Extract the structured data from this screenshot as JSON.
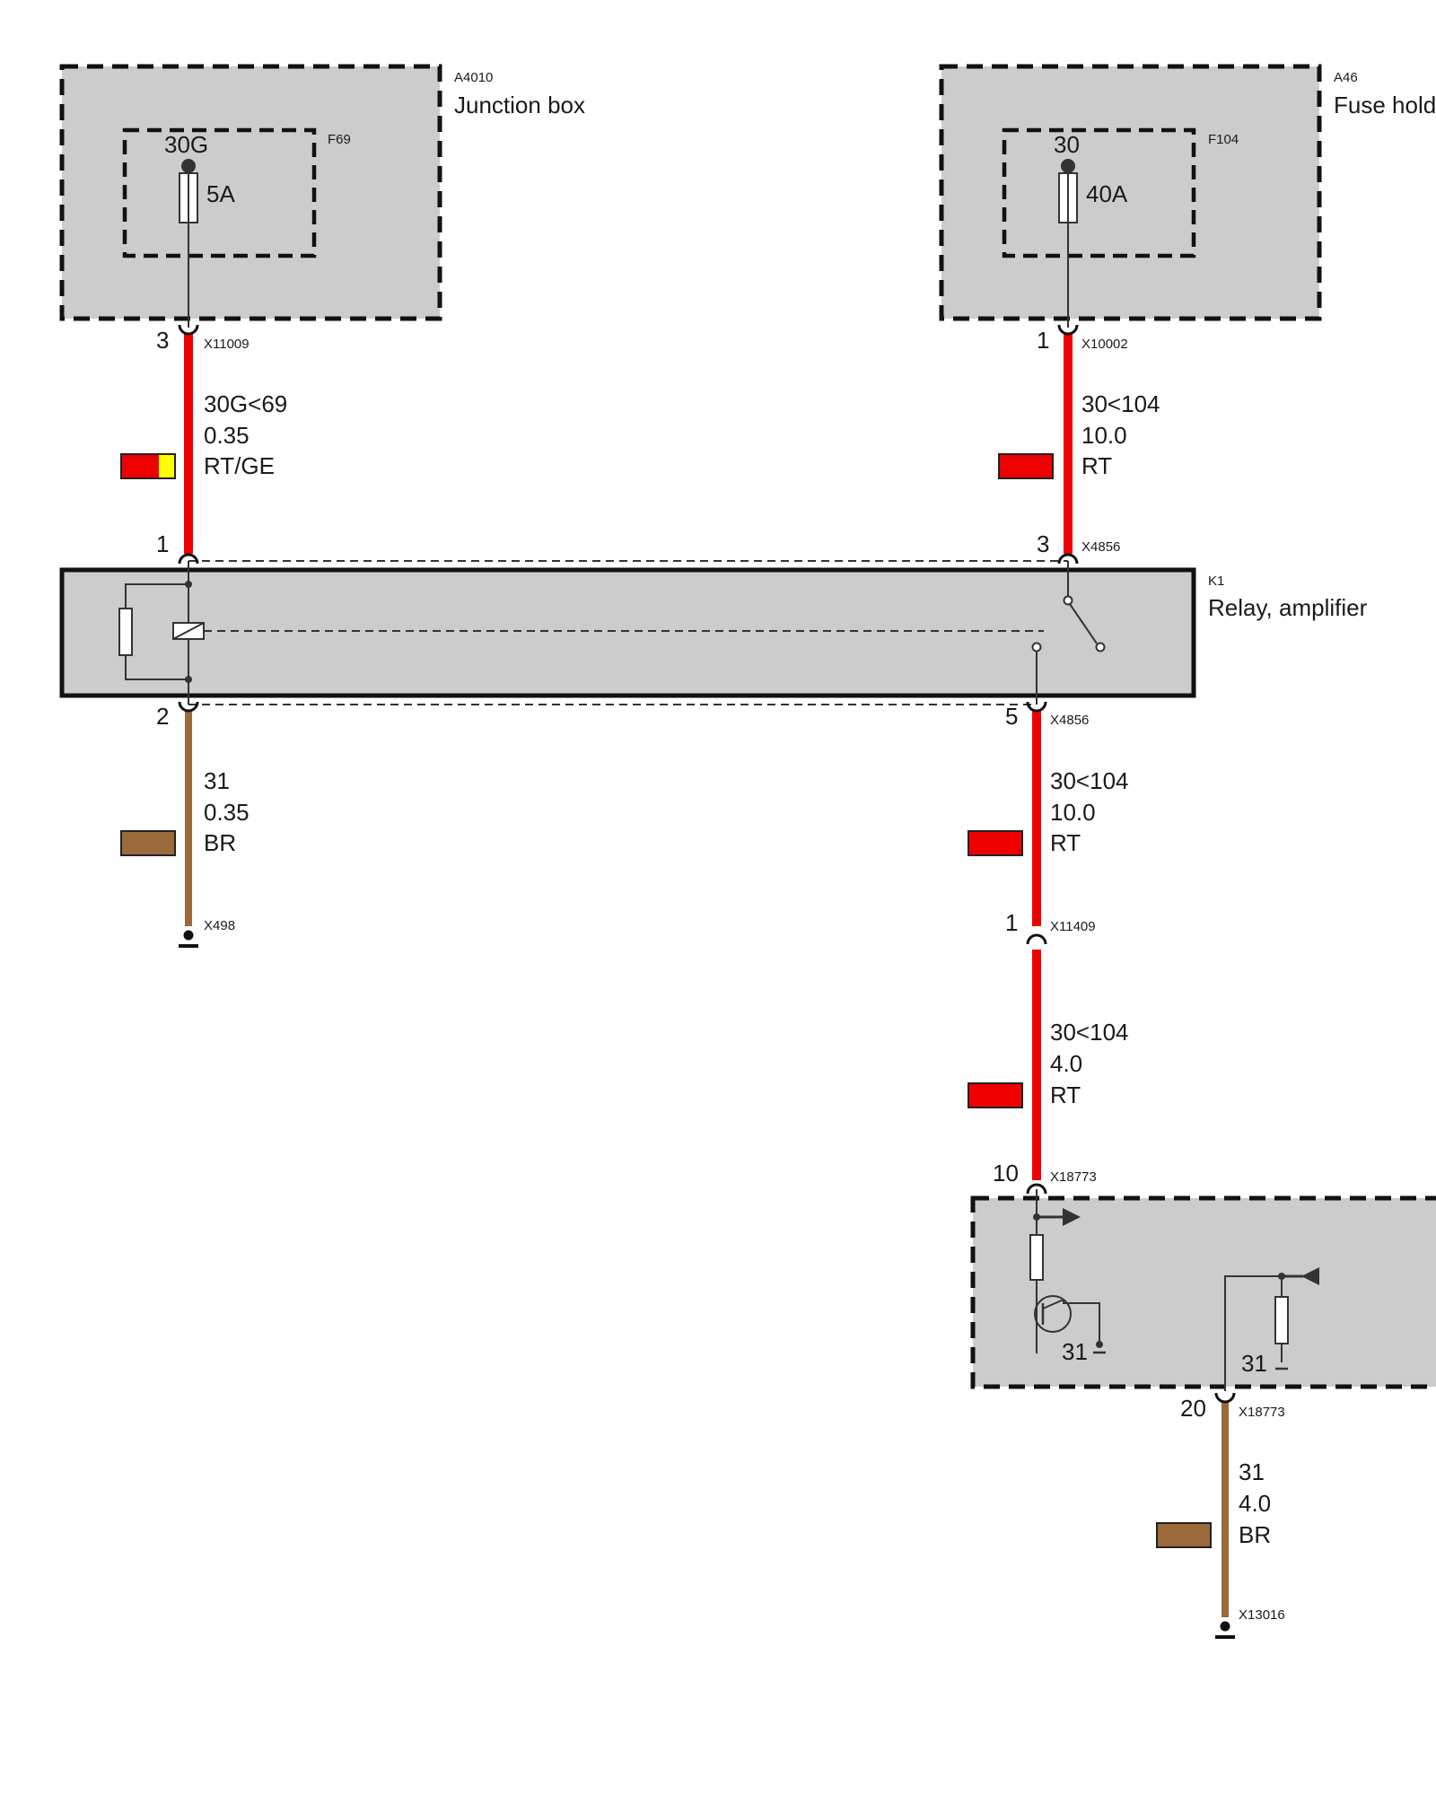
{
  "components": {
    "junction_box": {
      "id": "A4010",
      "name": "Junction box",
      "fuse_id": "F69",
      "terminal": "30G",
      "rating": "5A"
    },
    "fuse_holder": {
      "id": "A46",
      "name": "Fuse holder",
      "fuse_id": "F104",
      "terminal": "30",
      "rating": "40A"
    },
    "relay": {
      "id": "K1",
      "name": "Relay, amplifier"
    },
    "module": {
      "ground_left": "31",
      "ground_right": "31"
    }
  },
  "connectors": {
    "x11009": {
      "pin": "3",
      "id": "X11009"
    },
    "x10002": {
      "pin": "1",
      "id": "X10002"
    },
    "k1_pin1": {
      "pin": "1"
    },
    "k1_pin3": {
      "pin": "3",
      "id": "X4856"
    },
    "k1_pin2": {
      "pin": "2"
    },
    "k1_pin5": {
      "pin": "5",
      "id": "X4856"
    },
    "x11409": {
      "pin": "1",
      "id": "X11409"
    },
    "x18773_in": {
      "pin": "10",
      "id": "X18773"
    },
    "x18773_out": {
      "pin": "20",
      "id": "X18773"
    }
  },
  "grounds": {
    "x498": {
      "id": "X498"
    },
    "x13016": {
      "id": "X13016"
    }
  },
  "wires": {
    "w1": {
      "signal": "30G<69",
      "gauge": "0.35",
      "color_code": "RT/GE",
      "colors": [
        "#ee0000",
        "#ffff00"
      ]
    },
    "w2": {
      "signal": "30<104",
      "gauge": "10.0",
      "color_code": "RT",
      "colors": [
        "#ee0000"
      ]
    },
    "w3": {
      "signal": "31",
      "gauge": "0.35",
      "color_code": "BR",
      "colors": [
        "#9a6a3a"
      ]
    },
    "w4": {
      "signal": "30<104",
      "gauge": "10.0",
      "color_code": "RT",
      "colors": [
        "#ee0000"
      ]
    },
    "w5": {
      "signal": "30<104",
      "gauge": "4.0",
      "color_code": "RT",
      "colors": [
        "#ee0000"
      ]
    },
    "w6": {
      "signal": "31",
      "gauge": "4.0",
      "color_code": "BR",
      "colors": [
        "#9a6a3a"
      ]
    }
  }
}
